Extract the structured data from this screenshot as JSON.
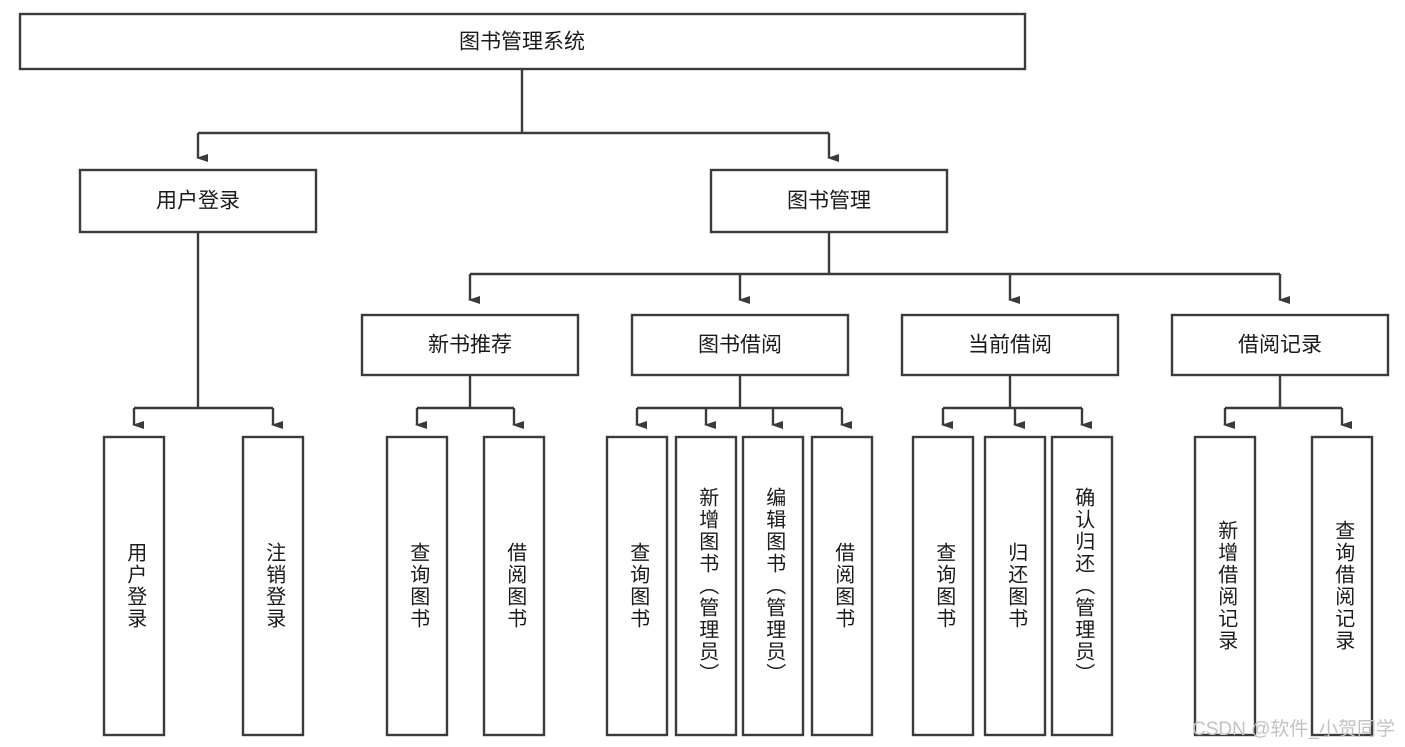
{
  "diagram": {
    "title": "图书管理系统",
    "type": "tree-hierarchy",
    "root": {
      "id": "root",
      "label": "图书管理系统"
    },
    "level2": [
      {
        "id": "user-login",
        "label": "用户登录"
      },
      {
        "id": "book-manage",
        "label": "图书管理"
      }
    ],
    "level3": [
      {
        "id": "new-book-rec",
        "label": "新书推荐",
        "parent": "book-manage"
      },
      {
        "id": "book-borrow",
        "label": "图书借阅",
        "parent": "book-manage"
      },
      {
        "id": "current-borrow",
        "label": "当前借阅",
        "parent": "book-manage"
      },
      {
        "id": "borrow-record",
        "label": "借阅记录",
        "parent": "book-manage"
      }
    ],
    "leaves": {
      "user_login": [
        {
          "id": "leaf-user-login",
          "label": "用户登录"
        },
        {
          "id": "leaf-logout",
          "label": "注销登录"
        }
      ],
      "new_book_rec": [
        {
          "id": "leaf-query-book-1",
          "label": "查询图书"
        },
        {
          "id": "leaf-borrow-book-1",
          "label": "借阅图书"
        }
      ],
      "book_borrow": [
        {
          "id": "leaf-query-book-2",
          "label": "查询图书"
        },
        {
          "id": "leaf-add-book",
          "label": "新增图书（管理员）"
        },
        {
          "id": "leaf-edit-book",
          "label": "编辑图书（管理员）"
        },
        {
          "id": "leaf-borrow-book-2",
          "label": "借阅图书"
        }
      ],
      "current_borrow": [
        {
          "id": "leaf-query-book-3",
          "label": "查询图书"
        },
        {
          "id": "leaf-return-book",
          "label": "归还图书"
        },
        {
          "id": "leaf-confirm-return",
          "label": "确认归还（管理员）"
        }
      ],
      "borrow_record": [
        {
          "id": "leaf-add-record",
          "label": "新增借阅记录"
        },
        {
          "id": "leaf-query-record",
          "label": "查询借阅记录"
        }
      ]
    },
    "colors": {
      "stroke": "#3b3b3b",
      "fill": "#ffffff",
      "text": "#1a1a1a",
      "watermark": "#c2c2c2"
    }
  },
  "watermark": {
    "text": "CSDN @软件_小贺同学"
  }
}
